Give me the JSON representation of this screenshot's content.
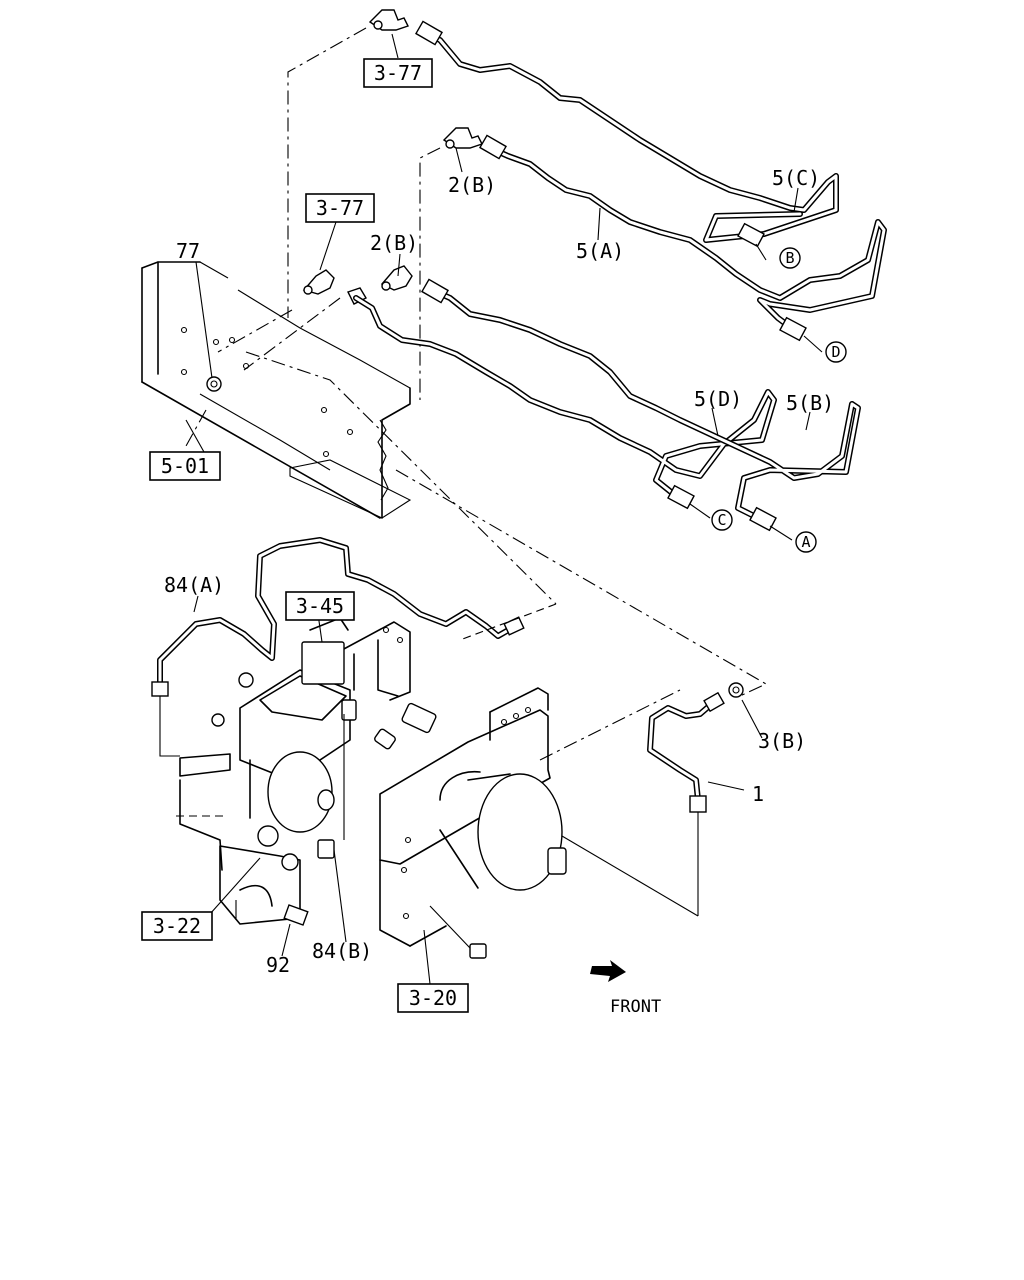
{
  "references": {
    "ref_377_top": "3-77",
    "ref_377_mid": "3-77",
    "ref_501": "5-01",
    "ref_345": "3-45",
    "ref_322": "3-22",
    "ref_320": "3-20"
  },
  "part_labels": {
    "p77": "77",
    "p2b_upper": "2(B)",
    "p2b_lower": "2(B)",
    "p5a": "5(A)",
    "p5b": "5(B)",
    "p5c": "5(C)",
    "p5d": "5(D)",
    "p84a": "84(A)",
    "p84b": "84(B)",
    "p3b": "3(B)",
    "p1": "1",
    "p92": "92"
  },
  "circle_markers": {
    "a": "A",
    "b": "B",
    "c": "C",
    "d": "D"
  },
  "orientation": {
    "front_label": "FRONT",
    "arrow_icon": "front-direction-arrow-icon"
  }
}
